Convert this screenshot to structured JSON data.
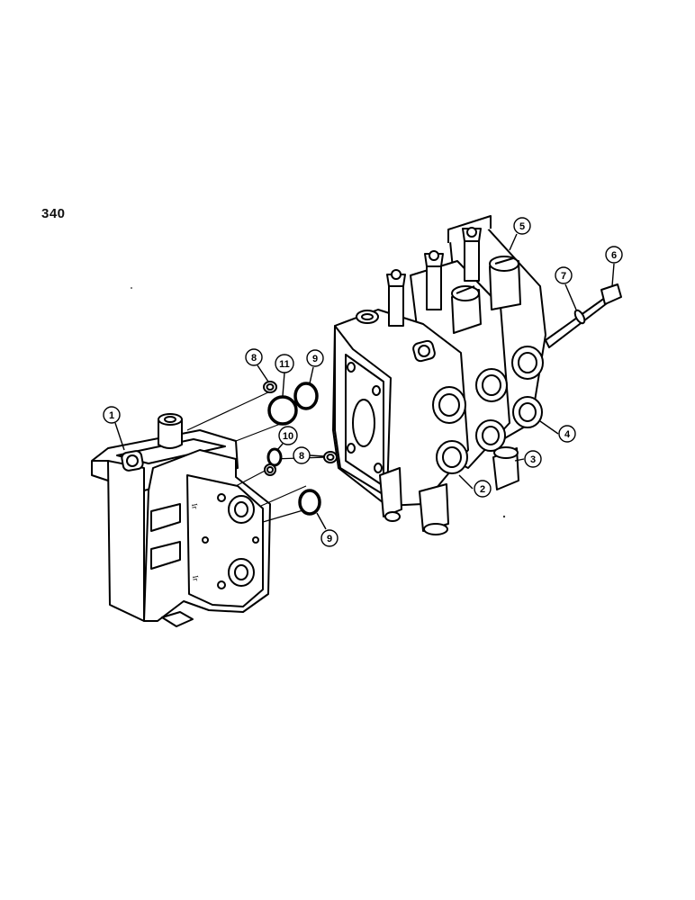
{
  "page_number": "340",
  "callouts": [
    {
      "id": "1",
      "label": "1"
    },
    {
      "id": "2",
      "label": "2"
    },
    {
      "id": "3",
      "label": "3"
    },
    {
      "id": "4",
      "label": "4"
    },
    {
      "id": "5",
      "label": "5"
    },
    {
      "id": "6",
      "label": "6"
    },
    {
      "id": "7",
      "label": "7"
    },
    {
      "id": "8a",
      "label": "8"
    },
    {
      "id": "8b",
      "label": "8"
    },
    {
      "id": "9a",
      "label": "9"
    },
    {
      "id": "9b",
      "label": "9"
    },
    {
      "id": "10",
      "label": "10"
    },
    {
      "id": "11",
      "label": "11"
    }
  ]
}
